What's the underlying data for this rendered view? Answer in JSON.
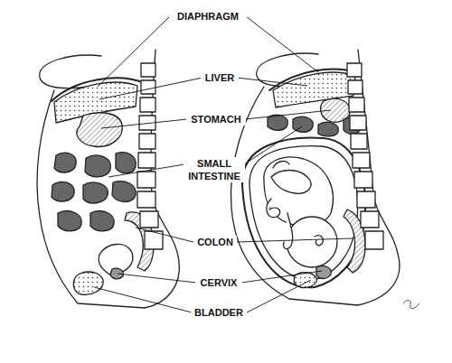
{
  "diagram": {
    "labels": [
      "DIAPHRAGM",
      "LIVER",
      "STOMACH",
      "SMALL INTESTINE",
      "COLON",
      "CERVIX",
      "BLADDER"
    ]
  }
}
